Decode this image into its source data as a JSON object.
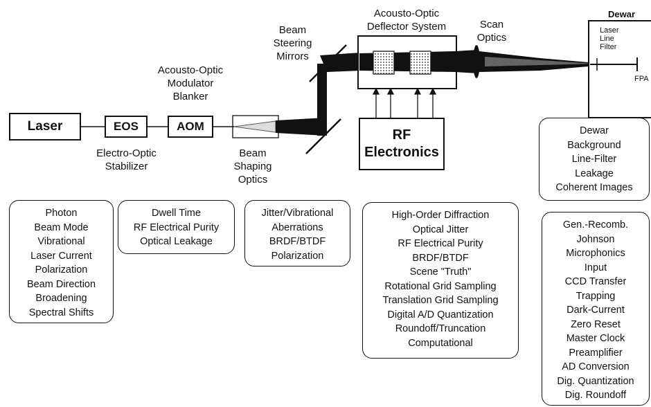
{
  "components": {
    "laser": "Laser",
    "eos": "EOS",
    "aom": "AOM",
    "rf": [
      "RF",
      "Electronics"
    ],
    "dewar": "Dewar"
  },
  "labels": {
    "eos": [
      "Electro-Optic",
      "Stabilizer"
    ],
    "aom": [
      "Acousto-Optic",
      "Modulator",
      "Blanker"
    ],
    "shaping": [
      "Beam",
      "Shaping",
      "Optics"
    ],
    "steering": [
      "Beam",
      "Steering",
      "Mirrors"
    ],
    "deflector": [
      "Acousto-Optic",
      "Deflector System"
    ],
    "scan": [
      "Scan",
      "Optics"
    ],
    "filter": [
      "Laser",
      "Line",
      "Filter"
    ],
    "fpa": "FPA"
  },
  "noise_lists": {
    "laser": [
      "Photon",
      "Beam Mode",
      "Vibrational",
      "Laser Current",
      "Polarization",
      "Beam Direction",
      "Broadening",
      "Spectral Shifts"
    ],
    "aom": [
      "Dwell Time",
      "RF Electrical Purity",
      "Optical Leakage"
    ],
    "optics": [
      "Jitter/Vibrational",
      "Aberrations",
      "BRDF/BTDF",
      "Polarization"
    ],
    "deflector": [
      "High-Order Diffraction",
      "Optical Jitter",
      "RF Electrical Purity",
      "BRDF/BTDF",
      "Scene \"Truth\"",
      "Rotational Grid Sampling",
      "Translation Grid Sampling",
      "Digital A/D Quantization",
      "Roundoff/Truncation",
      "Computational"
    ],
    "dewar": [
      "Dewar",
      "Background",
      "Line-Filter",
      "Leakage",
      "Coherent Images"
    ],
    "detector": [
      "Gen.-Recomb.",
      "Johnson",
      "Microphonics",
      "Input",
      "CCD Transfer",
      "Trapping",
      "Dark-Current",
      "Zero Reset",
      "Master Clock",
      "Preamplifier",
      "AD Conversion",
      "Dig. Quantization",
      "Dig. Roundoff"
    ]
  }
}
